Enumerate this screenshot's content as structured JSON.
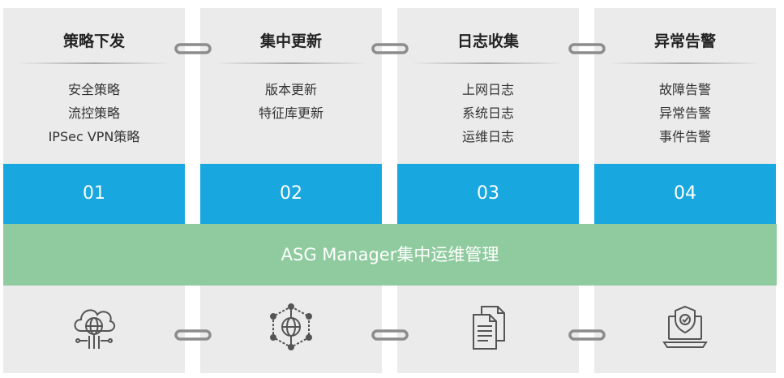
{
  "colors": {
    "panel": "#ebebeb",
    "number_band": "#19a7df",
    "banner": "#8fcb9f",
    "link": "#8c8c8c",
    "icon_stroke": "#555555"
  },
  "columns": [
    {
      "title": "策略下发",
      "items": [
        "安全策略",
        "流控策略",
        "IPSec VPN策略"
      ],
      "number": "01",
      "icon": "cloud-network-icon"
    },
    {
      "title": "集中更新",
      "items": [
        "版本更新",
        "特征库更新"
      ],
      "number": "02",
      "icon": "globe-network-icon"
    },
    {
      "title": "日志收集",
      "items": [
        "上网日志",
        "系统日志",
        "运维日志"
      ],
      "number": "03",
      "icon": "documents-icon"
    },
    {
      "title": "异常告警",
      "items": [
        "故障告警",
        "异常告警",
        "事件告警"
      ],
      "number": "04",
      "icon": "laptop-shield-icon"
    }
  ],
  "banner": {
    "text": "ASG Manager集中运维管理"
  }
}
